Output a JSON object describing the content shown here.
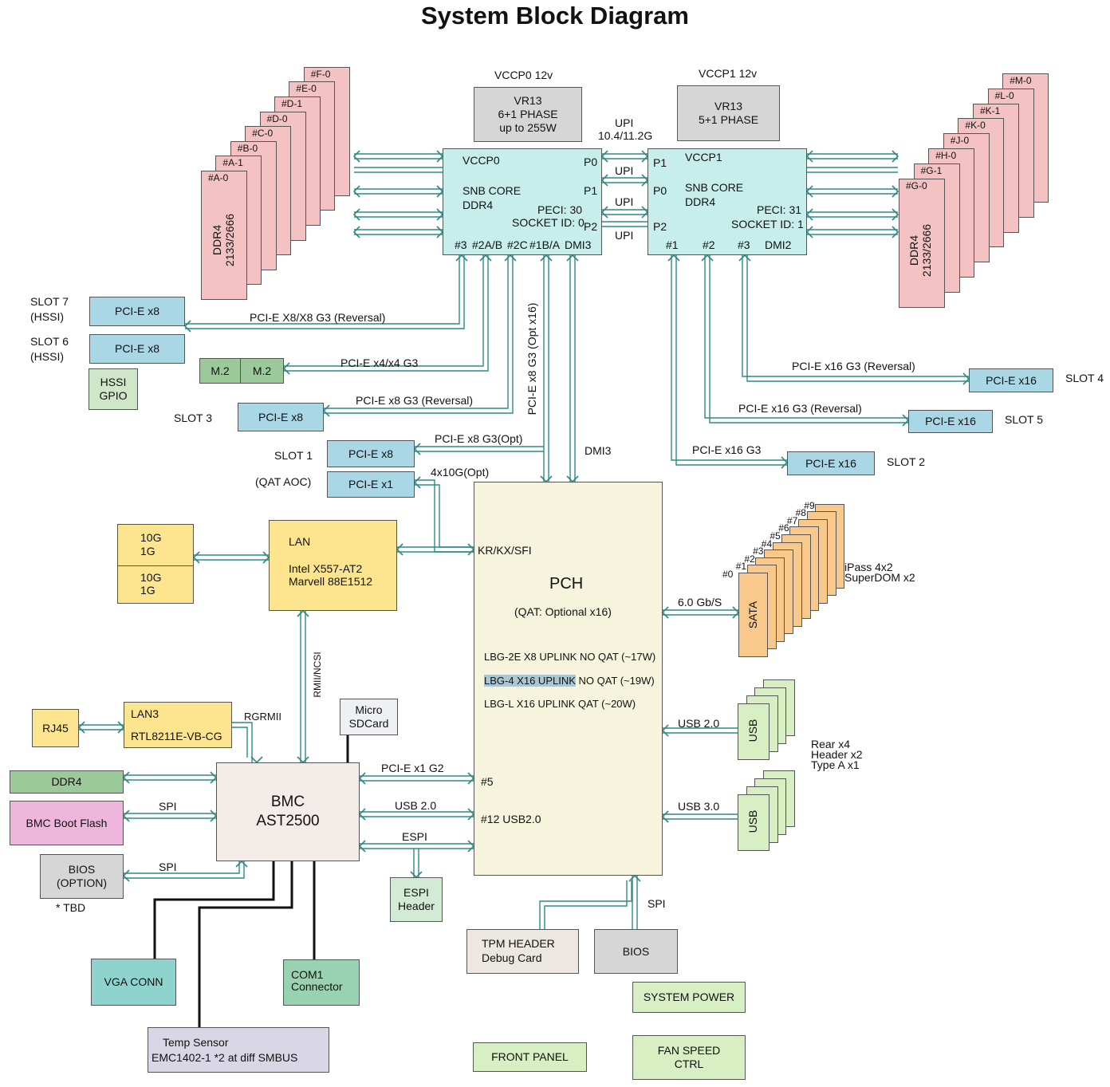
{
  "title": "System Block Diagram",
  "cpu0": {
    "name": "VCCP0",
    "core": "SNB CORE",
    "mem": "DDR4",
    "peci": "PECI: 30",
    "socket": "SOCKET ID: 0",
    "ports": [
      "P0",
      "P1",
      "P2"
    ],
    "bottom": [
      "#3",
      "#2A/B",
      "#2C",
      "#1B/A",
      "DMI3"
    ]
  },
  "cpu1": {
    "name": "VCCP1",
    "core": "SNB CORE",
    "mem": "DDR4",
    "peci": "PECI: 31",
    "socket": "SOCKET ID: 1",
    "ports": [
      "P1",
      "P0",
      "P2"
    ],
    "bottom": [
      "#1",
      "#2",
      "#3",
      "DMI2"
    ]
  },
  "vr0": {
    "rail": "VCCP0  12v",
    "lines": [
      "VR13",
      "6+1 PHASE",
      "up to 255W"
    ]
  },
  "vr1": {
    "rail": "VCCP1 12v",
    "lines": [
      "VR13",
      "5+1 PHASE"
    ]
  },
  "upi": {
    "top": "UPI",
    "speed": "10.4/11.2G",
    "link": "UPI"
  },
  "dimm_left": {
    "labels": [
      "#A-0",
      "#A-1",
      "#B-0",
      "#C-0",
      "#D-0",
      "#D-1",
      "#E-0",
      "#F-0"
    ],
    "type": "DDR4",
    "speed": "2133/2666"
  },
  "dimm_right": {
    "labels": [
      "#G-0",
      "#G-1",
      "#H-0",
      "#J-0",
      "#K-0",
      "#K-1",
      "#L-0",
      "#M-0"
    ],
    "type": "DDR4",
    "speed": "2133/2666"
  },
  "left_slots": {
    "slot7": "SLOT 7",
    "slot7_sub": "(HSSI)",
    "slot6": "SLOT 6",
    "slot6_sub": "(HSSI)",
    "pcie_x8": "PCI-E x8",
    "hssi_gpio": [
      "HSSI",
      "GPIO"
    ],
    "m2": "M.2",
    "slot3": "SLOT 3",
    "slot1": "SLOT 1",
    "qat_aoc": "(QAT AOC)",
    "pcie_x1": "PCI-E x1"
  },
  "buses": {
    "x8x8": "PCI-E X8/X8 G3 (Reversal)",
    "x4x4": "PCI-E x4/x4 G3",
    "x8rev": "PCI-E x8 G3 (Reversal)",
    "x8opt": "PCI-E x8 G3(Opt)",
    "x10g": "4x10G(Opt)",
    "x8optx16": "PCI-E x8 G3 (Opt x16)",
    "dmi3": "DMI3",
    "x16rev4": "PCI-E x16 G3 (Reversal)",
    "x16rev5": "PCI-E x16 G3 (Reversal)",
    "x16": "PCI-E x16 G3"
  },
  "right_slots": {
    "pcie_x16": "PCI-E x16",
    "slot4": "SLOT 4",
    "slot5": "SLOT 5",
    "slot2": "SLOT 2"
  },
  "pch": {
    "name": "PCH",
    "qat": "(QAT: Optional x16)",
    "kr": "KR/KX/SFI",
    "lbg1": "LBG-2E X8 UPLINK NO QAT (~17W)",
    "lbg2a": "LBG-4 X16 UPLINK",
    "lbg2b": " NO QAT (~19W)",
    "lbg3": "LBG-L X16 UPLINK QAT (~20W)",
    "p5": "#5",
    "p12": "#12 USB2.0"
  },
  "lan": {
    "title": "LAN",
    "l1": "Intel X557-AT2",
    "l2": "Marvell 88E1512"
  },
  "ports10g": [
    "10G",
    "1G",
    "10G",
    "1G"
  ],
  "sata": {
    "rate": "6.0 Gb/S",
    "label": "SATA",
    "ids": [
      "#0",
      "#1",
      "#2",
      "#3",
      "#4",
      "#5",
      "#6",
      "#7",
      "#8",
      "#9"
    ],
    "note1": "iPass 4x2",
    "note2": "SuperDOM x2"
  },
  "usb": {
    "u2": "USB 2.0",
    "u3": "USB 3.0",
    "label": "USB",
    "note1": "Rear x4",
    "note2": "Header x2",
    "note3": "Type A x1"
  },
  "bmc": {
    "l1": "BMC",
    "l2": "AST2500",
    "rmii": "RMII/NCSI",
    "rgrmii": "RGRMII",
    "pcie_g2": "PCI-E x1 G2",
    "usb2": "USB 2.0",
    "espi": "ESPI",
    "spi": "SPI"
  },
  "rj45": "RJ45",
  "lan3": {
    "l1": "LAN3",
    "l2": "RTL8211E-VB-CG"
  },
  "microsd": [
    "Micro",
    "SDCard"
  ],
  "ddr4": "DDR4",
  "bmc_flash": "BMC Boot Flash",
  "bios_opt": [
    "BIOS",
    "(OPTION)"
  ],
  "tbd": "* TBD",
  "espi_header": [
    "ESPI",
    "Header"
  ],
  "vga": "VGA CONN",
  "com1": [
    "COM1",
    "Connector"
  ],
  "temp": [
    "Temp Sensor",
    "EMC1402-1 *2 at diff SMBUS"
  ],
  "tpm": [
    "TPM HEADER",
    "Debug Card"
  ],
  "bios": "BIOS",
  "spi_pch": "SPI",
  "sys_power": "SYSTEM POWER",
  "front_panel": "FRONT PANEL",
  "fan": [
    "FAN SPEED",
    "CTRL"
  ],
  "colors": {
    "wire": "#2d8a86",
    "black": "#111111"
  }
}
